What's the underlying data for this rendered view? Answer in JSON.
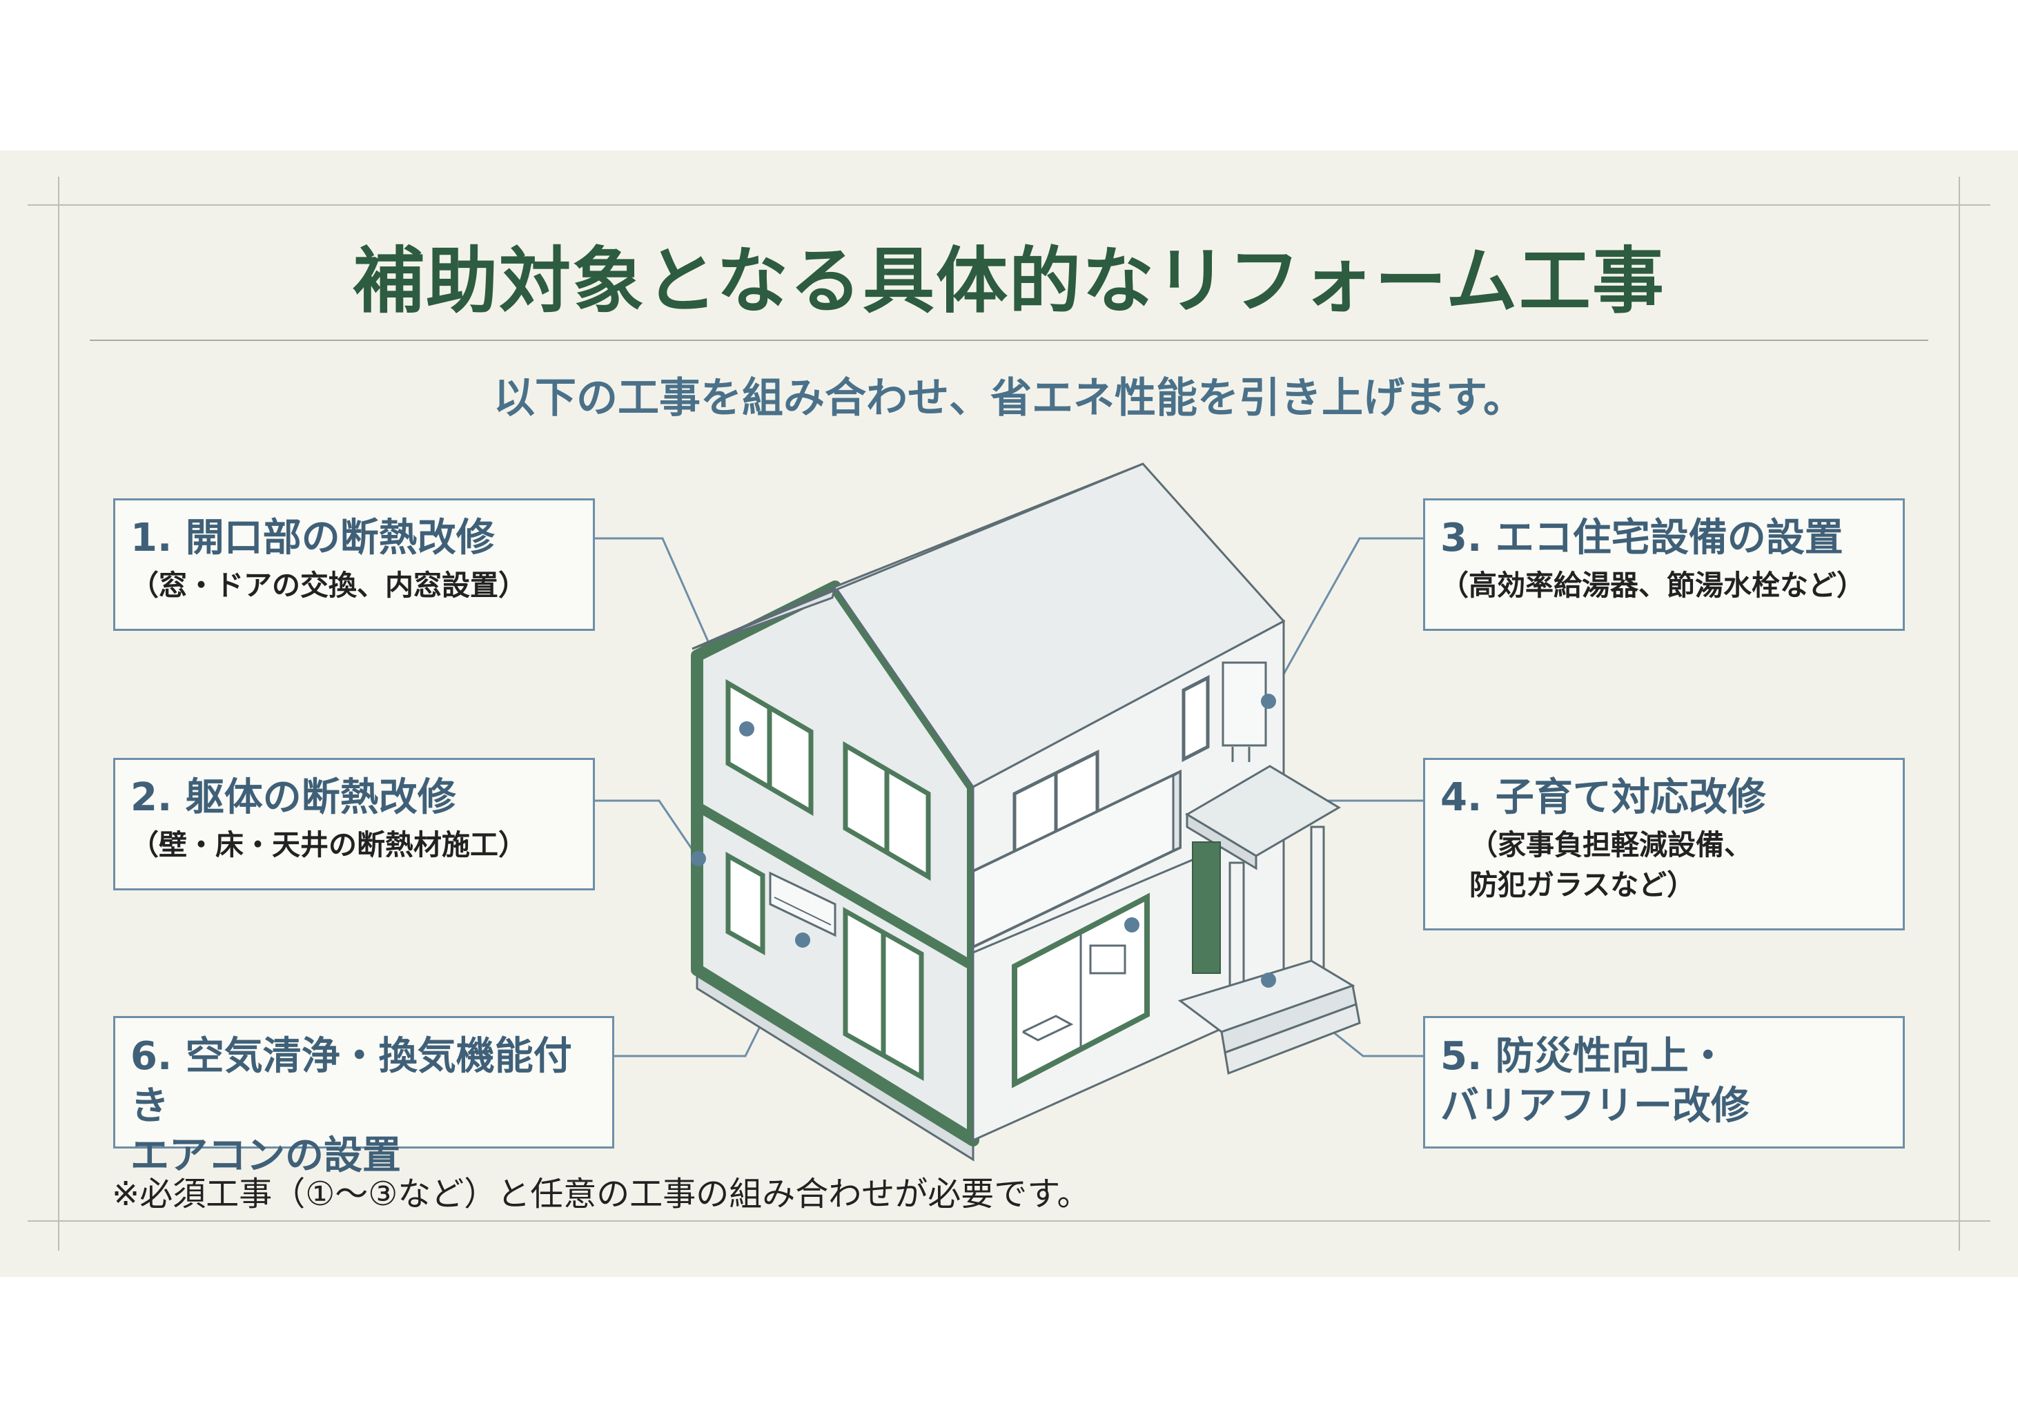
{
  "title": "補助対象となる具体的なリフォーム工事",
  "subtitle": "以下の工事を組み合わせ、省エネ性能を引き上げます。",
  "items": [
    {
      "title": "1. 開口部の断熱改修",
      "detail": "（窓・ドアの交換、内窓設置）"
    },
    {
      "title": "2. 躯体の断熱改修",
      "detail": "（壁・床・天井の断熱材施工）"
    },
    {
      "title": "3. エコ住宅設備の設置",
      "detail": "（高効率給湯器、節湯水栓など）"
    },
    {
      "title": "4. 子育て対応改修",
      "detail": "（家事負担軽減設備、\n 防犯ガラスなど）"
    },
    {
      "title": "5. 防災性向上・\n    バリアフリー改修",
      "detail": ""
    },
    {
      "title": "6. 空気清浄・換気機能付き\n    エアコンの設置",
      "detail": ""
    }
  ],
  "note": "※必須工事（①〜③など）と任意の工事の組み合わせが必要です。",
  "colors": {
    "title_green": "#2d5c40",
    "accent_blue": "#4a7189",
    "house_green": "#4e7a5c",
    "background": "#f3f2ea"
  }
}
